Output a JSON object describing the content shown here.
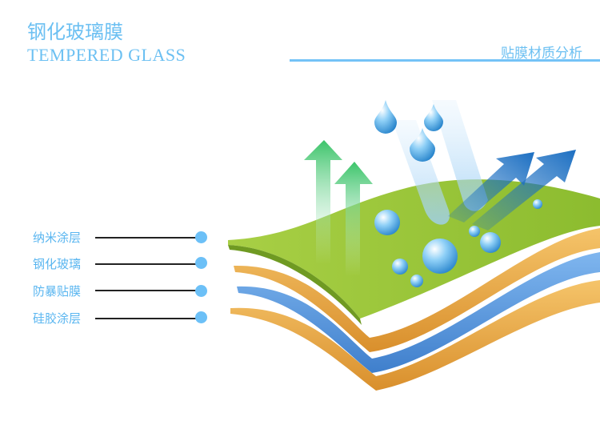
{
  "header": {
    "title_cn": "钢化玻璃膜",
    "title_en": "TEMPERED GLASS",
    "section_title": "贴膜材质分析"
  },
  "layers": [
    {
      "label": "纳米涂层"
    },
    {
      "label": "钢化玻璃"
    },
    {
      "label": "防暴贴膜"
    },
    {
      "label": "硅胶涂层"
    }
  ],
  "colors": {
    "accent": "#6cc0f2",
    "green_layer": "#9bc83a",
    "orange_layer": "#e9a94a",
    "blue_layer": "#5b9de0"
  }
}
